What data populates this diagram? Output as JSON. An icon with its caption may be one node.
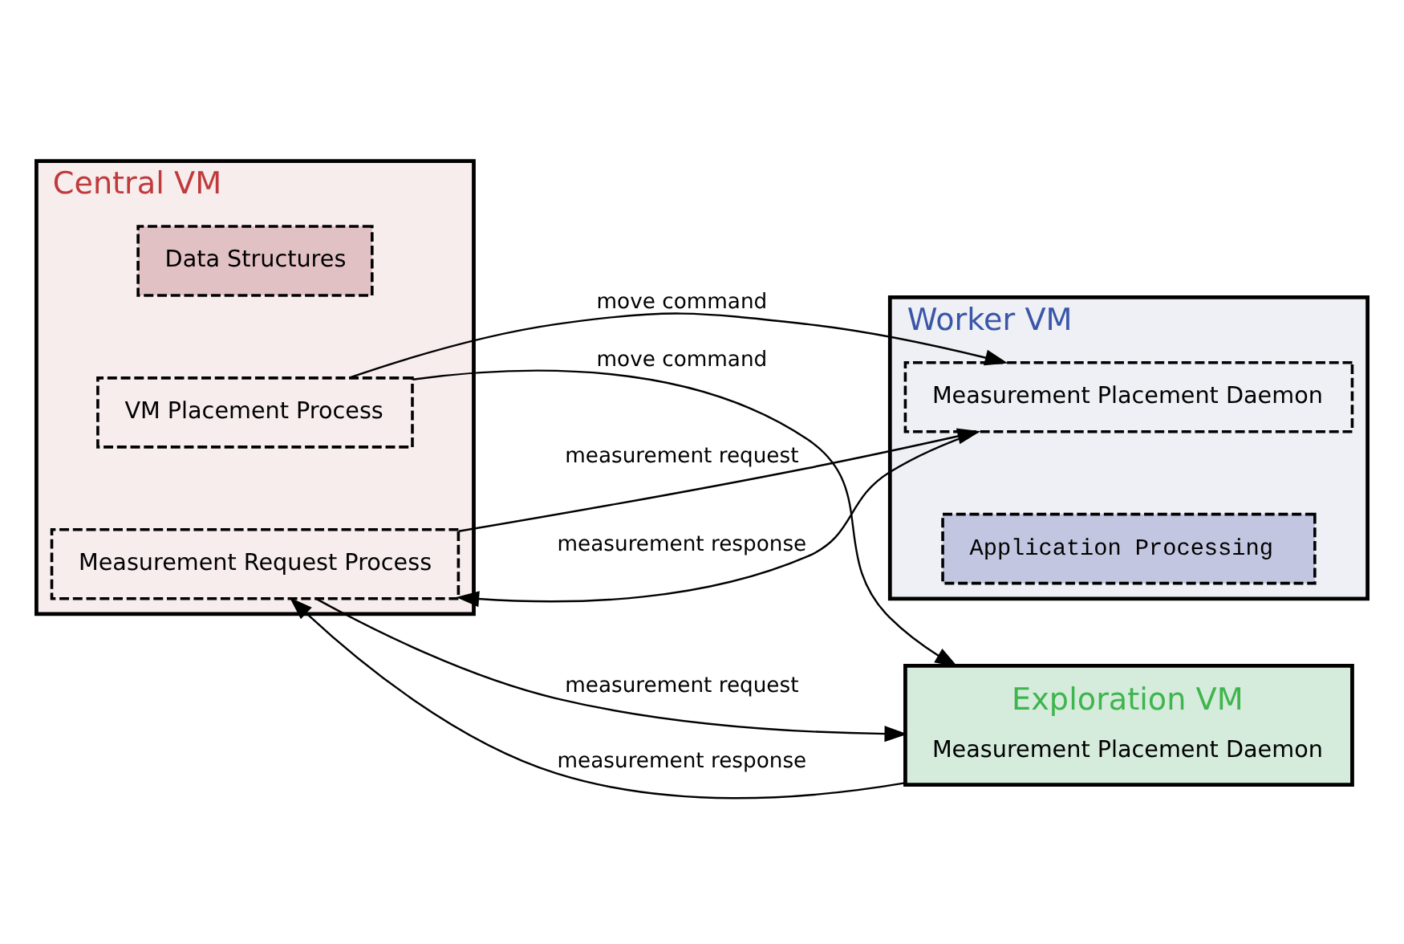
{
  "diagram": {
    "nodes": [
      {
        "text": [
          "Central VM"
        ]
      },
      {
        "text": [
          "Data Structures"
        ],
        "in": 0
      },
      {
        "text": [
          "VM Placement Process"
        ],
        "in": 0
      },
      {
        "text": [
          "Measurement Request Process"
        ],
        "in": 0
      },
      {
        "text": [
          "Worker VM"
        ]
      },
      {
        "text": [
          "Measurement Placement Daemon"
        ],
        "in": 4
      },
      {
        "text": [
          "Application Processing"
        ],
        "in": 4
      },
      {
        "text": [
          "Exploration VM",
          "Measurement Placement Daemon"
        ]
      }
    ],
    "edges": [
      {
        "from": 3,
        "to": 5,
        "arrow": "to",
        "label": "measurement request"
      },
      {
        "from": 5,
        "to": 3,
        "arrow": "to",
        "label": "measurement response"
      },
      {
        "from": 2,
        "to": 5,
        "arrow": "to",
        "label": "move command"
      },
      {
        "from": 2,
        "to": 7,
        "arrow": "to",
        "label": "move command"
      },
      {
        "from": 3,
        "to": 7,
        "arrow": "to",
        "label": "measurement request"
      },
      {
        "from": 7,
        "to": 3,
        "arrow": "to",
        "label": "measurement response"
      }
    ]
  }
}
